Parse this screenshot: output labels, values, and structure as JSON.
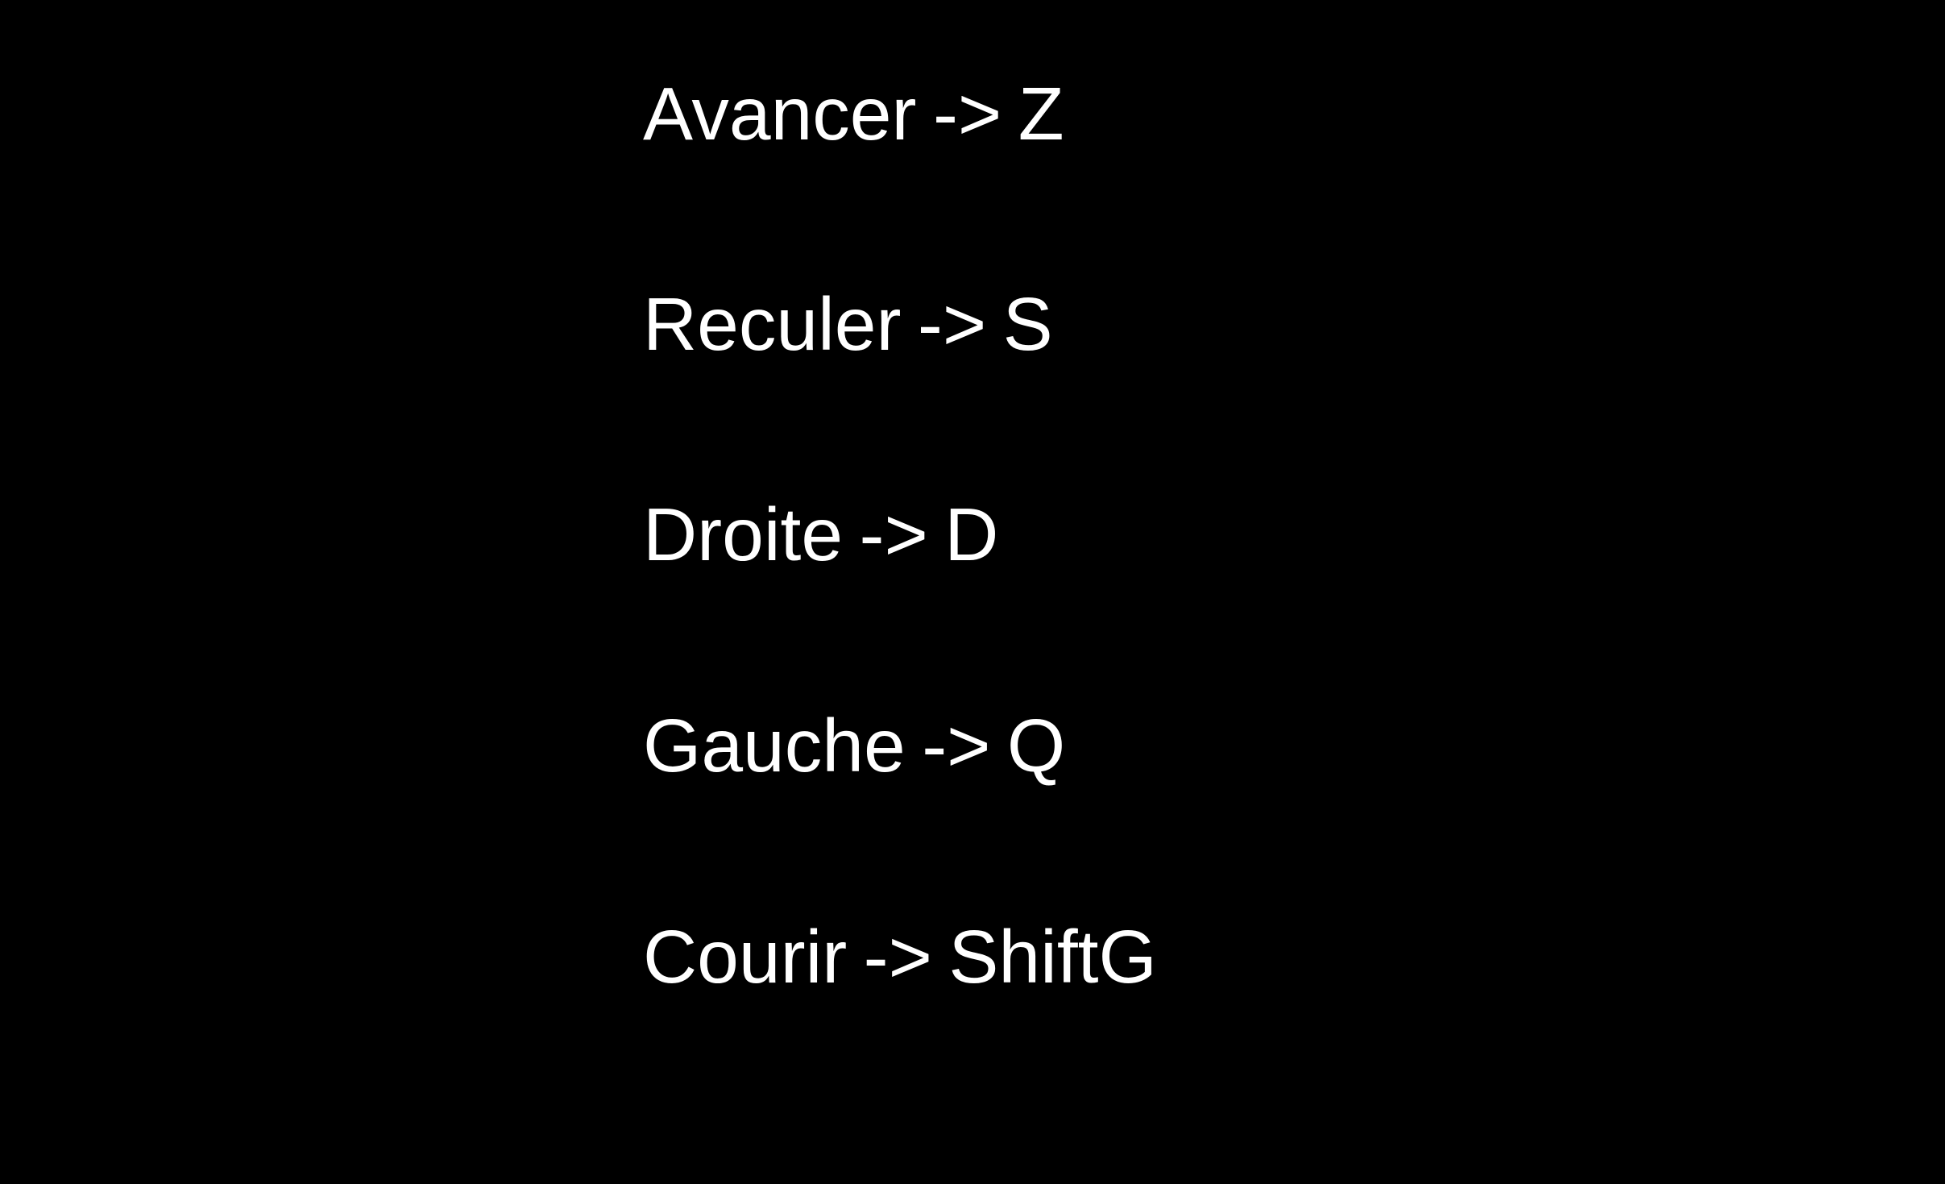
{
  "controls": [
    {
      "action": "Avancer",
      "arrow": "->",
      "key": "Z"
    },
    {
      "action": "Reculer",
      "arrow": "->",
      "key": "S"
    },
    {
      "action": "Droite",
      "arrow": "->",
      "key": "D"
    },
    {
      "action": "Gauche",
      "arrow": "->",
      "key": "Q"
    },
    {
      "action": "Courir",
      "arrow": "->",
      "key": "ShiftG"
    }
  ],
  "colors": {
    "background": "#000000",
    "text": "#ffffff"
  }
}
